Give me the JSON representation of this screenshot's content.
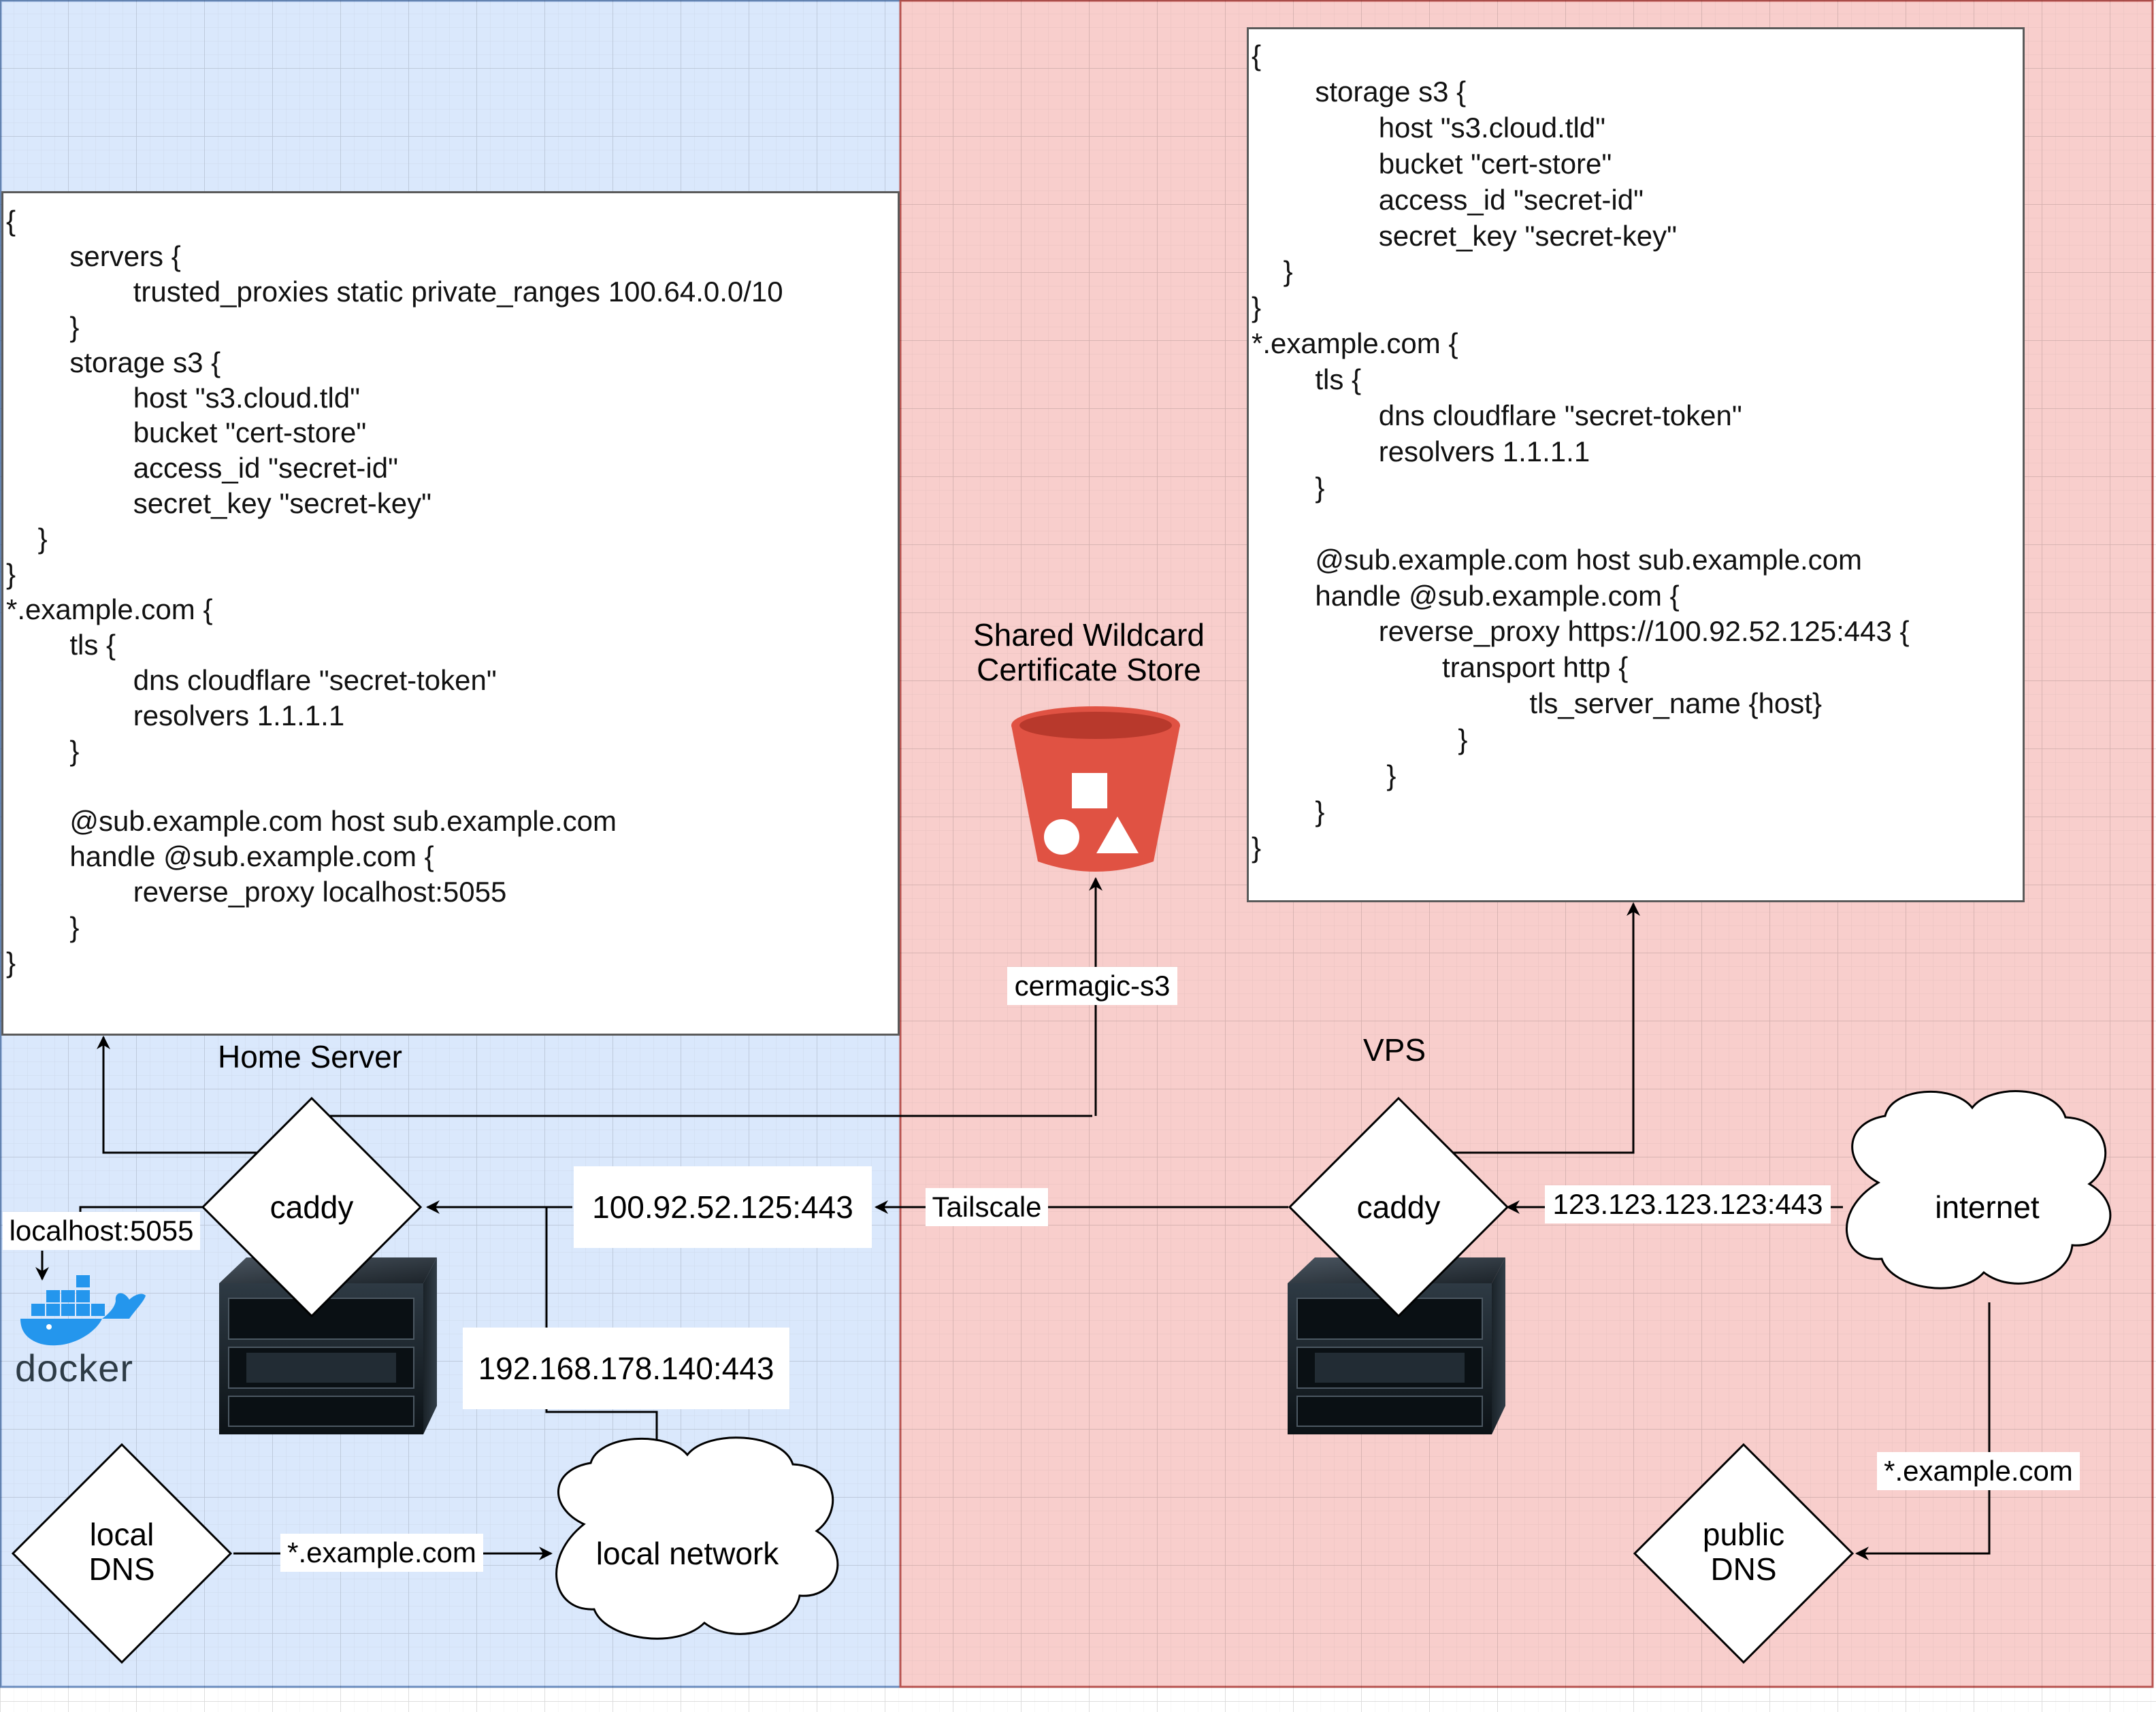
{
  "regions": {
    "home_server": "Home Server",
    "vps": "VPS"
  },
  "colors": {
    "home_bg": "#dae8fc",
    "home_border": "#6c8ebf",
    "vps_bg": "#f8cecc",
    "vps_border": "#b85450",
    "bucket_red": "#e05243",
    "docker_blue": "#2496ed"
  },
  "home_config": [
    "{",
    "        servers {",
    "                trusted_proxies static private_ranges 100.64.0.0/10",
    "        }",
    "        storage s3 {",
    "                host \"s3.cloud.tld\"",
    "                bucket \"cert-store\"",
    "                access_id \"secret-id\"",
    "                secret_key \"secret-key\"",
    "    }",
    "}",
    "*.example.com {",
    "        tls {",
    "                dns cloudflare \"secret-token\"",
    "                resolvers 1.1.1.1",
    "        }",
    "",
    "        @sub.example.com host sub.example.com",
    "        handle @sub.example.com {",
    "                reverse_proxy localhost:5055",
    "        }",
    "}"
  ],
  "vps_config": [
    "{",
    "        storage s3 {",
    "                host \"s3.cloud.tld\"",
    "                bucket \"cert-store\"",
    "                access_id \"secret-id\"",
    "                secret_key \"secret-key\"",
    "    }",
    "}",
    "*.example.com {",
    "        tls {",
    "                dns cloudflare \"secret-token\"",
    "                resolvers 1.1.1.1",
    "        }",
    "",
    "        @sub.example.com host sub.example.com",
    "        handle @sub.example.com {",
    "                reverse_proxy https://100.92.52.125:443 {",
    "                        transport http {",
    "                                   tls_server_name {host}",
    "                          }",
    "                 }",
    "        }",
    "}"
  ],
  "store": {
    "title_line1": "Shared Wildcard",
    "title_line2": "Certificate Store",
    "edge_label": "cermagic-s3"
  },
  "nodes": {
    "home_caddy": "caddy",
    "vps_caddy": "caddy",
    "internet": "internet",
    "local_network": "local network",
    "local_dns_line1": "local",
    "local_dns_line2": "DNS",
    "public_dns_line1": "public",
    "public_dns_line2": "DNS",
    "docker": "docker"
  },
  "edges": {
    "localhost": "localhost:5055",
    "tailscale_ip": "100.92.52.125:443",
    "tailscale": "Tailscale",
    "lan_ip": "192.168.178.140:443",
    "public_ip": "123.123.123.123:443",
    "local_wildcard": "*.example.com",
    "public_wildcard": "*.example.com"
  }
}
